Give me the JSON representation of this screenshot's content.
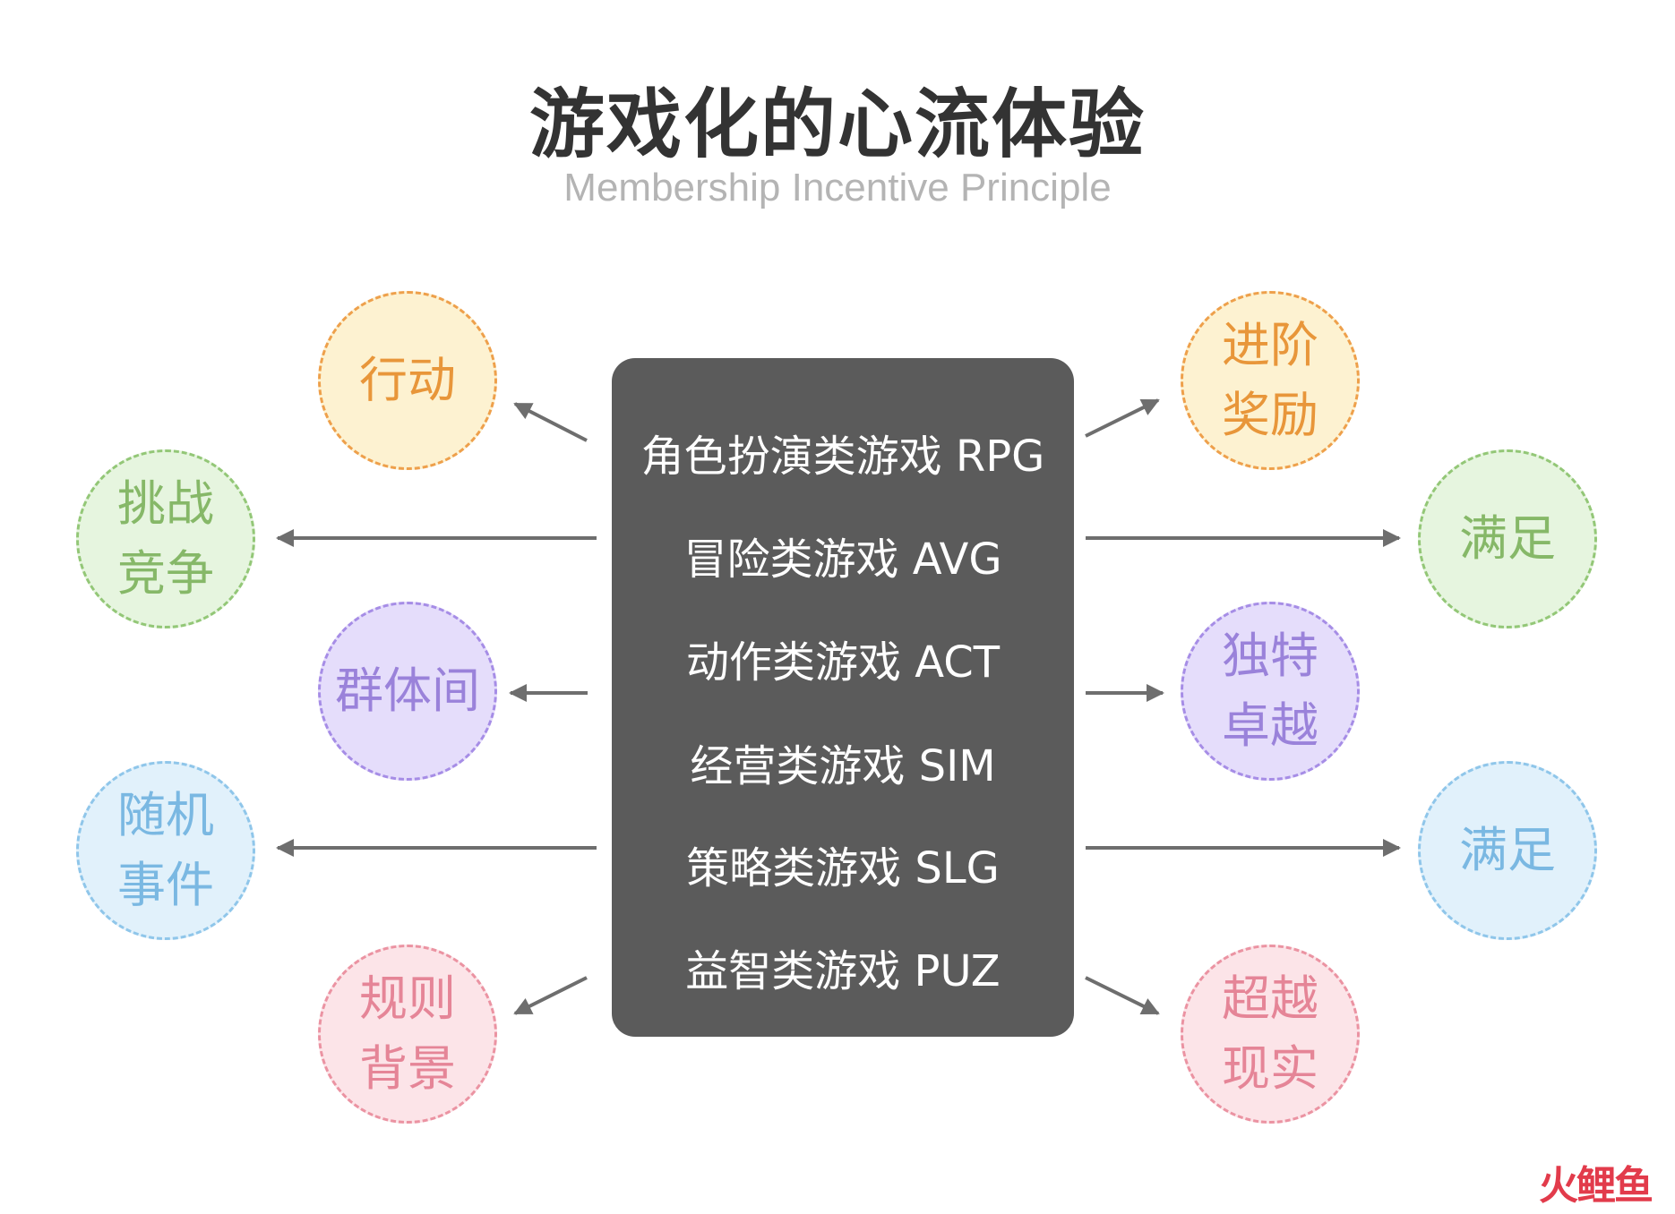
{
  "title": "游戏化的心流体验",
  "subtitle": "Membership Incentive Principle",
  "genres": [
    "角色扮演类游戏 RPG",
    "冒险类游戏 AVG",
    "动作类游戏 ACT",
    "经营类游戏 SIM",
    "策略类游戏 SLG",
    "益智类游戏 PUZ"
  ],
  "left_nodes": [
    {
      "line1": "行动",
      "line2": ""
    },
    {
      "line1": "挑战",
      "line2": "竞争"
    },
    {
      "line1": "群体间",
      "line2": ""
    },
    {
      "line1": "随机",
      "line2": "事件"
    },
    {
      "line1": "规则",
      "line2": "背景"
    }
  ],
  "right_nodes": [
    {
      "line1": "进阶",
      "line2": "奖励"
    },
    {
      "line1": "满足",
      "line2": ""
    },
    {
      "line1": "独特",
      "line2": "卓越"
    },
    {
      "line1": "满足",
      "line2": ""
    },
    {
      "line1": "超越",
      "line2": "现实"
    }
  ],
  "colors": {
    "orange": "#eea04b",
    "green": "#93c777",
    "purple": "#a68de6",
    "blue": "#8fc6ea",
    "pink": "#eb93a2",
    "arrow": "#6e6e6e",
    "box": "#5b5b5b"
  },
  "watermark": "火鲤鱼"
}
